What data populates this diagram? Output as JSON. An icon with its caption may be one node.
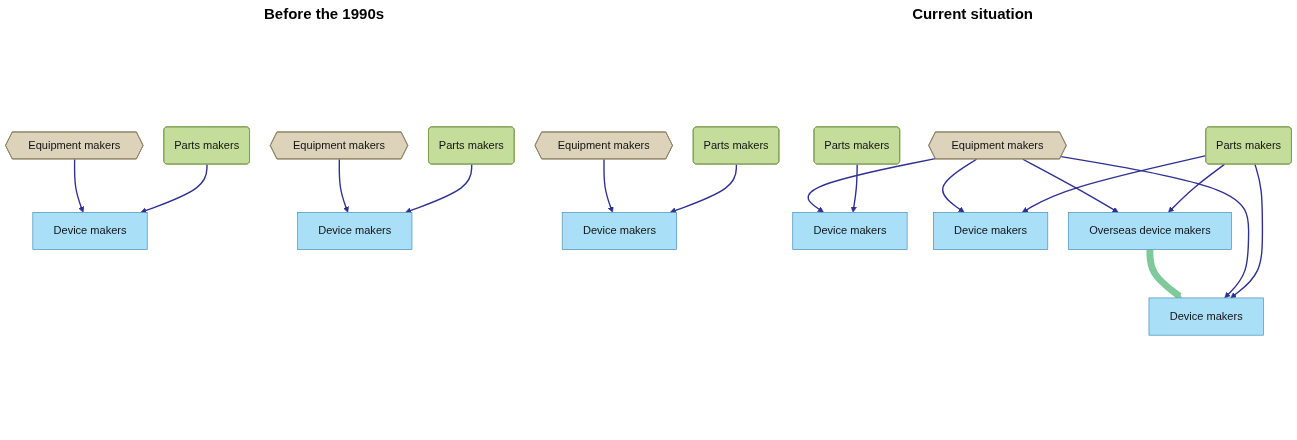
{
  "diagram": {
    "nodes": [
      {
        "text": [
          "Parts makers"
        ]
      },
      {
        "text": [
          "Device makers"
        ]
      },
      {
        "text": [
          "Equipment makers"
        ]
      },
      {
        "text": [
          "Parts makers"
        ]
      },
      {
        "text": [
          "Device makers"
        ]
      },
      {
        "text": [
          "Equipment makers"
        ]
      },
      {
        "text": [
          "Parts makers"
        ]
      },
      {
        "text": [
          "Device makers"
        ]
      },
      {
        "text": [
          "Equipment makers"
        ]
      },
      {
        "text": [
          "Parts makers"
        ]
      },
      {
        "text": [
          "Device makers"
        ]
      },
      {
        "text": [
          "Parts makers"
        ]
      },
      {
        "text": [
          "Device makers"
        ]
      },
      {
        "text": [
          "Equipment makers"
        ]
      },
      {
        "text": [
          "Device makers"
        ]
      },
      {
        "text": [
          "Overseas device makers"
        ]
      }
    ],
    "edges": [
      {
        "from": 0,
        "to": 1,
        "arrow": "to"
      },
      {
        "from": 2,
        "to": 1,
        "arrow": "to"
      },
      {
        "from": 3,
        "to": 4,
        "arrow": "to"
      },
      {
        "from": 5,
        "to": 4,
        "arrow": "to"
      },
      {
        "from": 6,
        "to": 7,
        "arrow": "to"
      },
      {
        "from": 8,
        "to": 7,
        "arrow": "to"
      },
      {
        "from": 9,
        "to": 10,
        "arrow": "to"
      },
      {
        "from": 13,
        "to": 10,
        "arrow": "to"
      },
      {
        "from": 11,
        "to": 12,
        "arrow": "to"
      },
      {
        "from": 11,
        "to": 14,
        "arrow": "to"
      },
      {
        "from": 13,
        "to": 12,
        "arrow": "to"
      },
      {
        "from": 13,
        "to": 14,
        "arrow": "to"
      },
      {
        "from": 11,
        "to": 15,
        "arrow": "to"
      },
      {
        "from": 13,
        "to": 15,
        "arrow": "to"
      },
      {
        "from": 15,
        "to": 14,
        "arrow": "to",
        "style": "thick",
        "color": "#80c99c"
      }
    ],
    "labels": [
      "Before the 1990s",
      "Current situation"
    ]
  }
}
